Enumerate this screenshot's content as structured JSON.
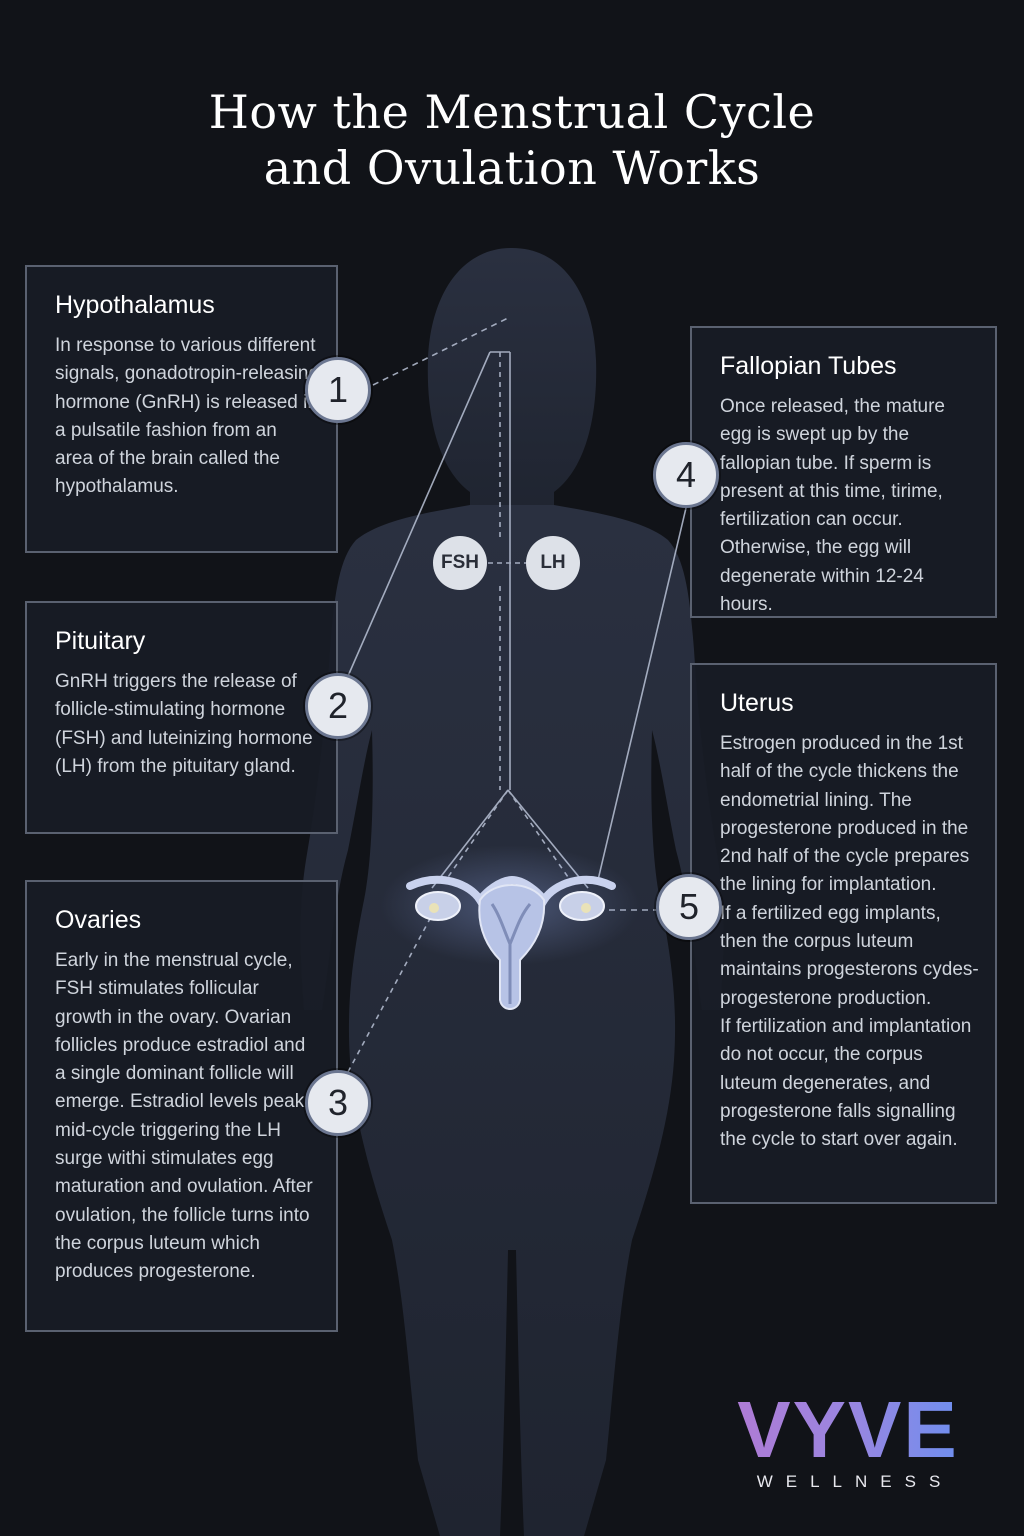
{
  "title": {
    "line1": "How the Menstrual Cycle",
    "line2": "and Ovulation Works"
  },
  "hormones": {
    "fsh": "FSH",
    "lh": "LH"
  },
  "steps": [
    {
      "number": "1",
      "heading": "Hypothalamus",
      "text": "In response to various different signals, gonadotropin-releasing hormone (GnRH) is released in a pulsatile fashion from an area of the brain called the hypothalamus."
    },
    {
      "number": "2",
      "heading": "Pituitary",
      "text": "GnRH triggers the release of follicle-stimulating hormone (FSH) and luteinizing hormone (LH) from the pituitary gland."
    },
    {
      "number": "3",
      "heading": "Ovaries",
      "text": "Early in the menstrual cycle, FSH stimulates follicular growth in the ovary. Ovarian follicles produce estradiol and a single dominant follicle will emerge. Estradiol levels peak mid-cycle triggering the LH surge withi stimulates egg maturation and ovulation. After ovulation, the follicle turns into the corpus luteum which produces progesterone."
    },
    {
      "number": "4",
      "heading": "Fallopian Tubes",
      "text": "Once released, the mature egg is swept up by the fallopian tube. If sperm is present at this time, tirime, fertilization can occur. Otherwise, the egg will degenerate within 12-24 hours."
    },
    {
      "number": "5",
      "heading": "Uterus",
      "text1": "Estrogen produced in the 1st half of the cycle thickens the endometrial lining. The progesterone produced in the 2nd half of the cycle prepares the lining for implantation.",
      "text2": "If a fertilized egg implants, then the corpus luteum maintains progesterons cydes-progesterone production.",
      "text3": "If fertilization and implantation do not occur, the corpus luteum degenerates, and progesterone falls signalling the cycle to start over again."
    }
  ],
  "logo": {
    "word": "VYVE",
    "sub": "WELLNESS"
  },
  "colors": {
    "background": "#111318",
    "silhouette": "#262c3a",
    "card_border": "#5a6170",
    "uterus": "#b7c3e6",
    "logo_gradient_start": "#b17ad4",
    "logo_gradient_end": "#6b8ff0"
  }
}
